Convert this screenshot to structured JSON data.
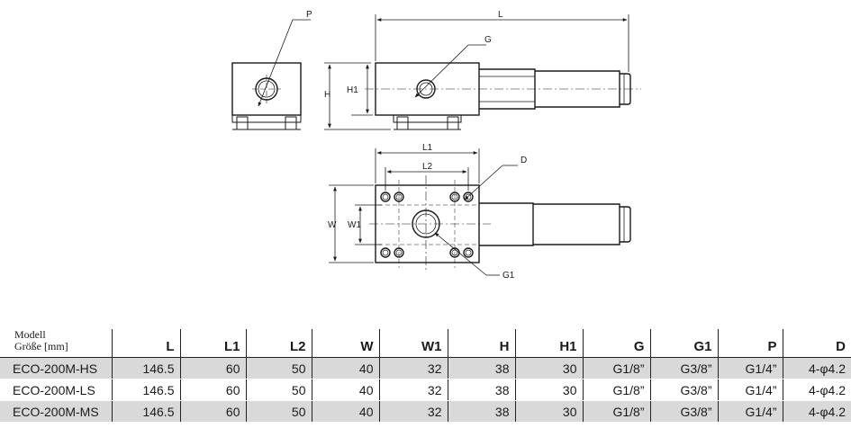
{
  "drawing": {
    "labels": {
      "P": "P",
      "L": "L",
      "G": "G",
      "H": "H",
      "H1": "H1",
      "L1": "L1",
      "L2": "L2",
      "D": "D",
      "W": "W",
      "W1": "W1",
      "G1": "G1"
    }
  },
  "table": {
    "model_header_line1": "Modell",
    "model_header_line2": "Größe [mm]",
    "columns": [
      "L",
      "L1",
      "L2",
      "W",
      "W1",
      "H",
      "H1",
      "G",
      "G1",
      "P",
      "D"
    ],
    "rows": [
      {
        "model": "ECO-200M-HS",
        "values": [
          "146.5",
          "60",
          "50",
          "40",
          "32",
          "38",
          "30",
          "G1/8”",
          "G3/8”",
          "G1/4”",
          "4-φ4.2"
        ]
      },
      {
        "model": "ECO-200M-LS",
        "values": [
          "146.5",
          "60",
          "50",
          "40",
          "32",
          "38",
          "30",
          "G1/8”",
          "G3/8”",
          "G1/4”",
          "4-φ4.2"
        ]
      },
      {
        "model": "ECO-200M-MS",
        "values": [
          "146.5",
          "60",
          "50",
          "40",
          "32",
          "38",
          "30",
          "G1/8”",
          "G3/8”",
          "G1/4”",
          "4-φ4.2"
        ]
      }
    ]
  }
}
